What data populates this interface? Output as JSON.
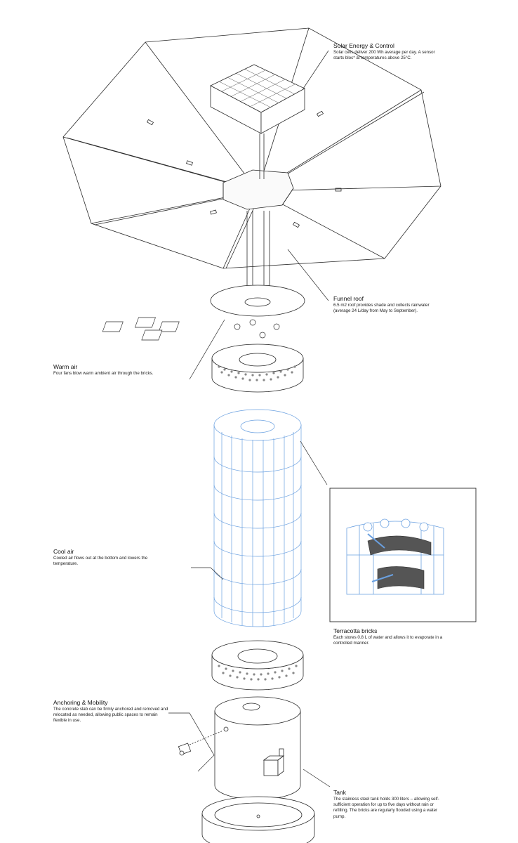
{
  "callouts": {
    "solar": {
      "title": "Solar Energy & Control",
      "desc": "Solar cells deliver 200 Wh average per day. A sensor starts bloc* at temperatures above 25°C."
    },
    "funnel": {
      "title": "Funnel roof",
      "desc": "6.5 m2 roof provides shade and collects rainwater (average 24 L/day from May to September)."
    },
    "warm": {
      "title": "Warm air",
      "desc": "Four fans blow warm ambient air through the bricks."
    },
    "cool": {
      "title": "Cool air",
      "desc": "Cooled air flows out at the bottom and lowers the temperature."
    },
    "bricks": {
      "title": "Terracotta bricks",
      "desc": "Each stores 0.8 L of water and allows it to evaporate in a controlled manner."
    },
    "anchor": {
      "title": "Anchoring & Mobility",
      "desc": "The concrete slab can be firmly anchored and removed and relocated as needed, allowing public spaces to remain flexible in use."
    },
    "tank": {
      "title": "Tank",
      "desc": "The stainless steel tank holds 300 liters – allowing self-sufficient operation for up to five days without rain or refilling. The bricks are regularly flooded using a water pump."
    }
  },
  "colors": {
    "line": "#2a2a2a",
    "brick": "#6aa0e0",
    "accent": "#444444"
  }
}
